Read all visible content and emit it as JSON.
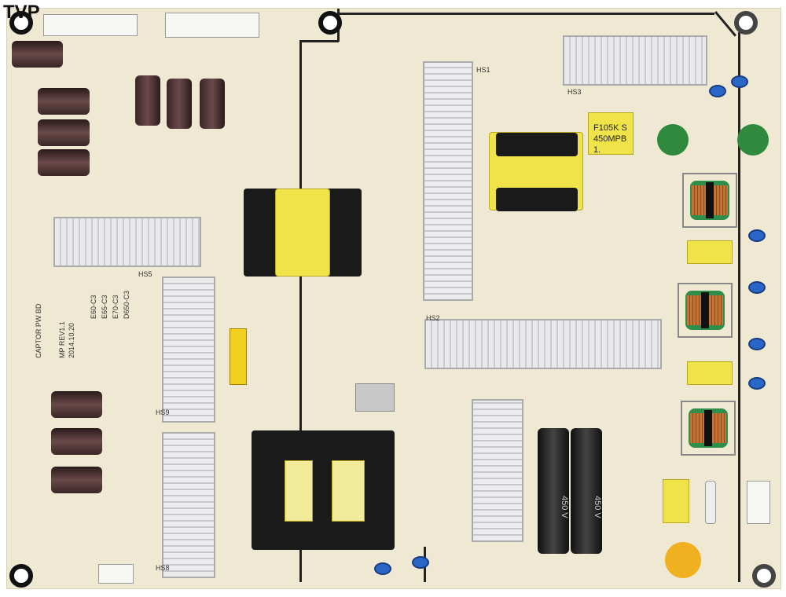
{
  "corner_label": "TVP",
  "board": {
    "name": "CAPTOR PW BD",
    "revision": "MP REV1.1",
    "date": "2014.10.20",
    "jumpers": [
      "E60-C3",
      "E65-C3",
      "E70-C3",
      "D650-C3"
    ],
    "heatsinks": [
      "HS1",
      "HS2",
      "HS3",
      "HS5",
      "HS8",
      "HS9"
    ]
  },
  "x_capacitor": {
    "line1": "F105K S",
    "line2": "450MPB 1."
  },
  "bulk_capacitors": [
    "450 V",
    "450 V"
  ],
  "colors": {
    "board": "#efe9d3",
    "heatsink": "#dcdce0",
    "cap_blue": "#2a66c8",
    "x_cap_yellow": "#f0e34a",
    "coil_green": "#2f8a3e"
  }
}
